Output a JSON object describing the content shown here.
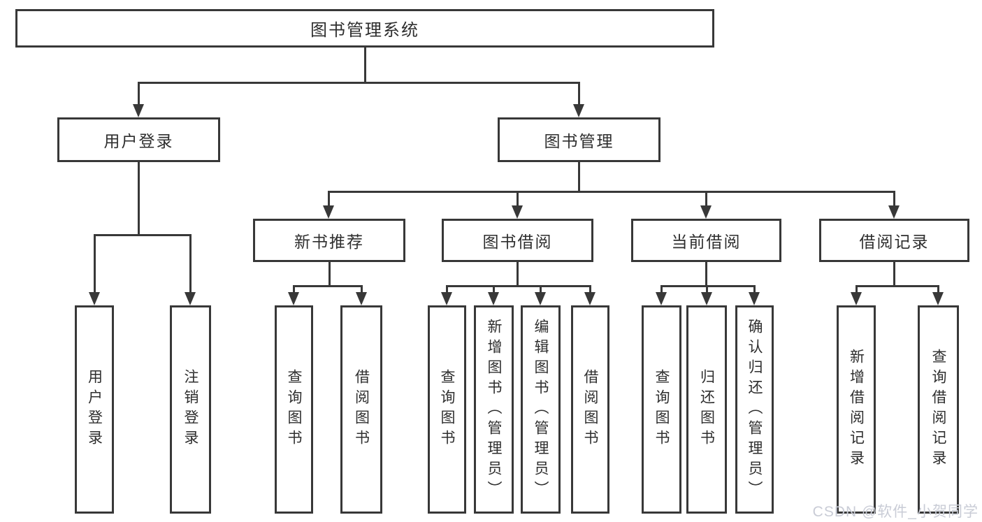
{
  "diagram": {
    "title": "图书管理系统",
    "root": {
      "label": "图书管理系统"
    },
    "level1": [
      {
        "label": "用户登录"
      },
      {
        "label": "图书管理"
      }
    ],
    "level2": [
      {
        "label": "新书推荐"
      },
      {
        "label": "图书借阅"
      },
      {
        "label": "当前借阅"
      },
      {
        "label": "借阅记录"
      }
    ],
    "leaves": {
      "user": [
        "用户登录",
        "注销登录"
      ],
      "recommend": [
        "查询图书",
        "借阅图书"
      ],
      "borrow": [
        "查询图书",
        "新增图书（管理员）",
        "编辑图书（管理员）",
        "借阅图书"
      ],
      "current": [
        "查询图书",
        "归还图书",
        "确认归还（管理员）"
      ],
      "records": [
        "新增借阅记录",
        "查询借阅记录"
      ]
    },
    "colors": {
      "line": "#383838",
      "text": "#2e2e2e",
      "background": "#ffffff",
      "watermark": "#c9ccd6"
    }
  },
  "watermark": {
    "text": "CSDN @软件_小贺同学"
  }
}
